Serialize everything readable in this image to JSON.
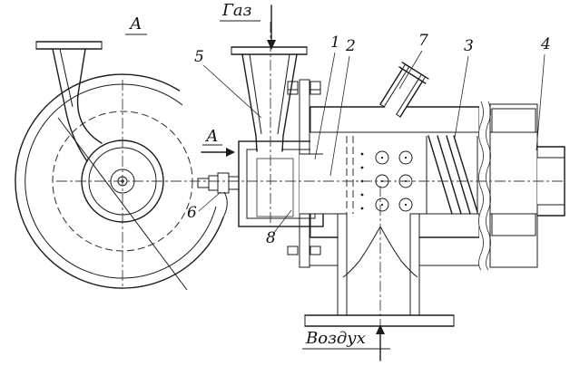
{
  "drawing": {
    "labels": {
      "section_top": "А",
      "section_arrow": "А",
      "gas": "Газ",
      "air": "Воздух"
    },
    "callouts": {
      "c1": "1",
      "c2": "2",
      "c3": "3",
      "c4": "4",
      "c5": "5",
      "c6": "6",
      "c7": "7",
      "c8": "8"
    },
    "colors": {
      "ink": "#1b1b1b",
      "paper": "#ffffff"
    }
  }
}
